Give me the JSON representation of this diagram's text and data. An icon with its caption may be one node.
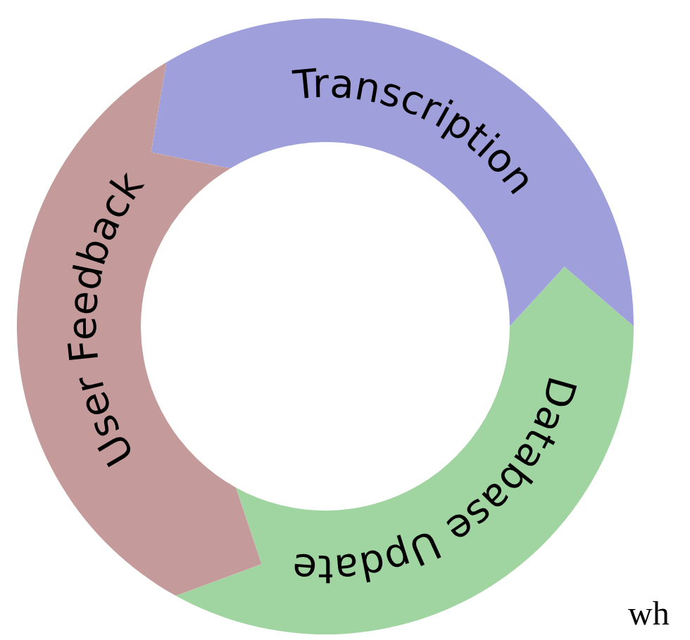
{
  "diagram": {
    "nodes": [
      {
        "text": [
          "Transcription"
        ]
      },
      {
        "text": [
          "Database Update"
        ]
      },
      {
        "text": [
          "User Feedback"
        ]
      }
    ],
    "labels": [
      "wh"
    ]
  }
}
